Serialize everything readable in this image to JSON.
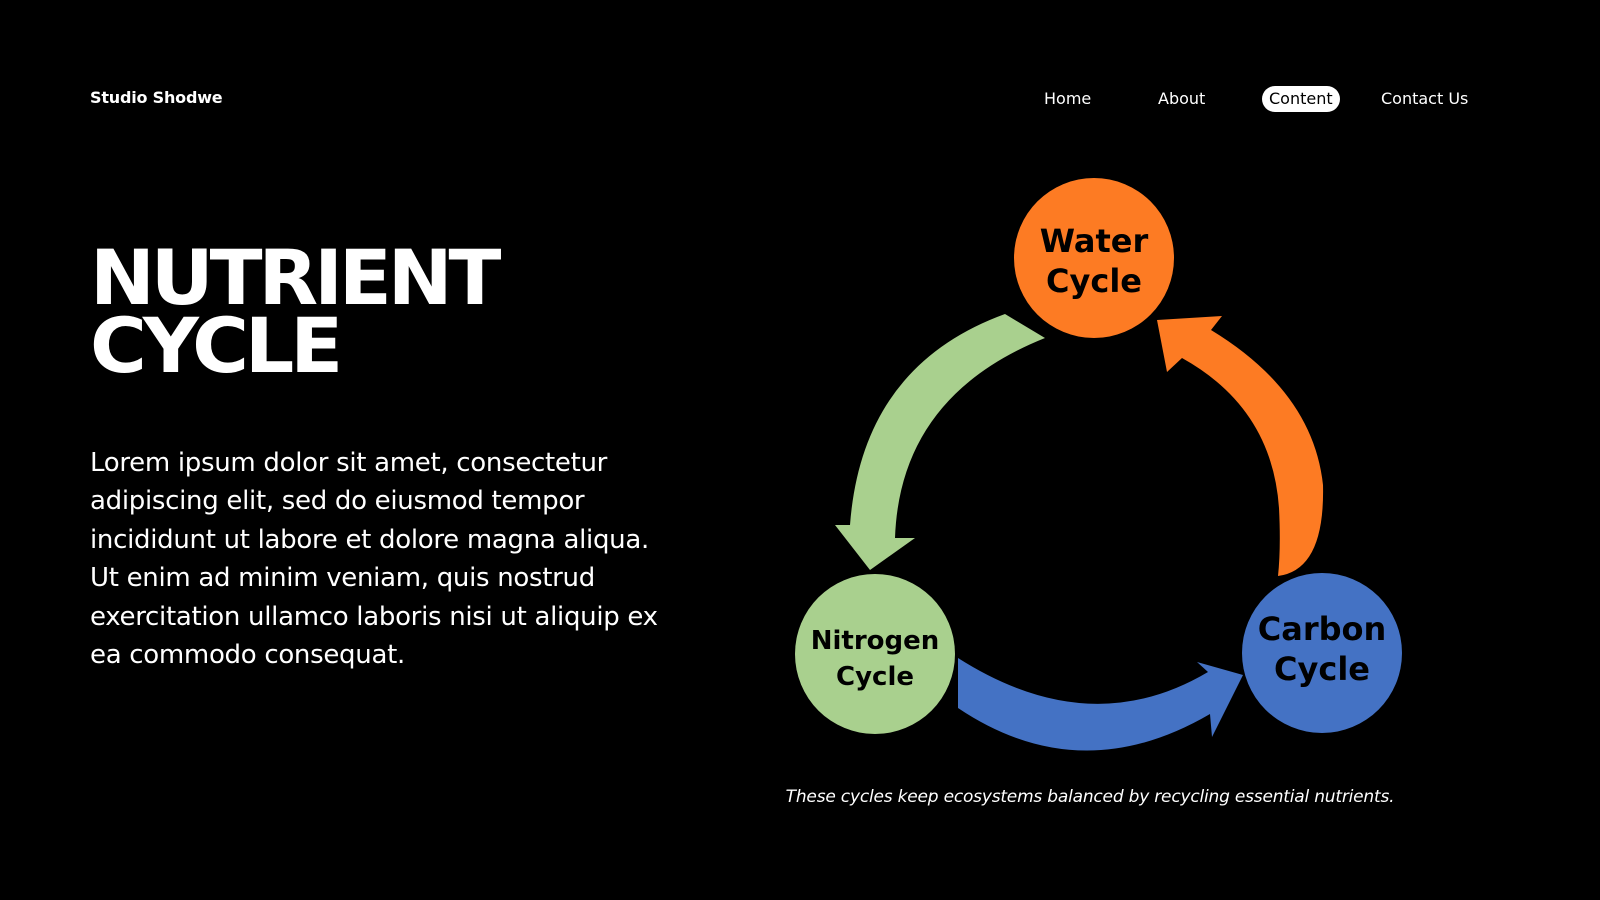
{
  "brand": "Studio Shodwe",
  "nav": {
    "items": [
      "Home",
      "About",
      "Content",
      "Contact Us"
    ],
    "active": "Content"
  },
  "hero": {
    "title_line1": "NUTRIENT",
    "title_line2": "CYCLE",
    "body": "Lorem ipsum dolor sit amet, consectetur adipiscing elit, sed do eiusmod tempor incididunt ut labore et dolore magna aliqua. Ut enim ad minim veniam, quis nostrud exercitation ullamco laboris nisi ut aliquip ex ea commodo consequat."
  },
  "diagram": {
    "nodes": [
      {
        "line1": "Water",
        "line2": "Cycle",
        "color": "#fd7b23"
      },
      {
        "line1": "Nitrogen",
        "line2": "Cycle",
        "color": "#a9d08e"
      },
      {
        "line1": "Carbon",
        "line2": "Cycle",
        "color": "#4472c4"
      }
    ],
    "arrows": [
      {
        "from": "Water Cycle",
        "to": "Nitrogen Cycle",
        "color": "#a9d08e"
      },
      {
        "from": "Nitrogen Cycle",
        "to": "Carbon Cycle",
        "color": "#4472c4"
      },
      {
        "from": "Carbon Cycle",
        "to": "Water Cycle",
        "color": "#fd7b23"
      }
    ],
    "caption": "These cycles keep ecosystems balanced by recycling essential nutrients."
  },
  "colors": {
    "background": "#000000",
    "text": "#ffffff",
    "nav_active_bg": "#ffffff",
    "node_text": "#000000"
  }
}
